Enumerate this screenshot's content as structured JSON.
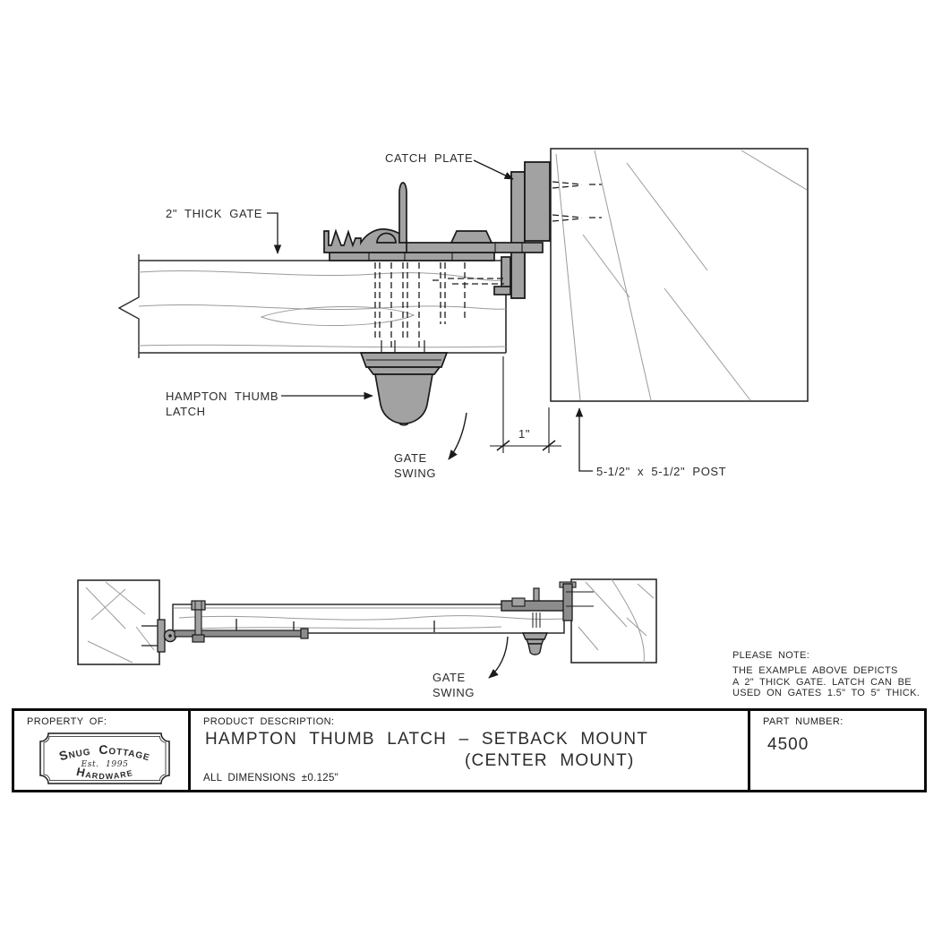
{
  "drawing": {
    "top_view": {
      "catch_plate_label": "CATCH PLATE",
      "gate_label": "2\" THICK GATE",
      "latch_label_line1": "HAMPTON THUMB",
      "latch_label_line2": "LATCH",
      "gate_swing_line1": "GATE",
      "gate_swing_line2": "SWING",
      "setback_dim": "1\"",
      "post_label": "5-1/2\" x 5-1/2\" POST"
    },
    "bottom_view": {
      "gate_swing_line1": "GATE",
      "gate_swing_line2": "SWING"
    }
  },
  "note": {
    "title": "PLEASE NOTE:",
    "line1": "THE EXAMPLE ABOVE DEPICTS",
    "line2": "A 2\" THICK GATE. LATCH CAN BE",
    "line3": "USED ON GATES 1.5\" TO 5\" THICK."
  },
  "title_block": {
    "property_of_label": "PROPERTY OF:",
    "logo": {
      "name_top": "Snug Cottage",
      "est": "Est. 1995",
      "name_bottom": "Hardware"
    },
    "product_description_label": "PRODUCT DESCRIPTION:",
    "product_line1": "HAMPTON THUMB LATCH – SETBACK MOUNT",
    "product_line2": "(CENTER MOUNT)",
    "dimensions_note": "ALL DIMENSIONS ±0.125\"",
    "part_number_label": "PART NUMBER:",
    "part_number": "4500"
  },
  "colors": {
    "outline": "#2b2b2b",
    "hardware_gray": "#a2a2a2",
    "hardware_dark_gray": "#8c8c8c",
    "grain": "#9b9b9b"
  }
}
